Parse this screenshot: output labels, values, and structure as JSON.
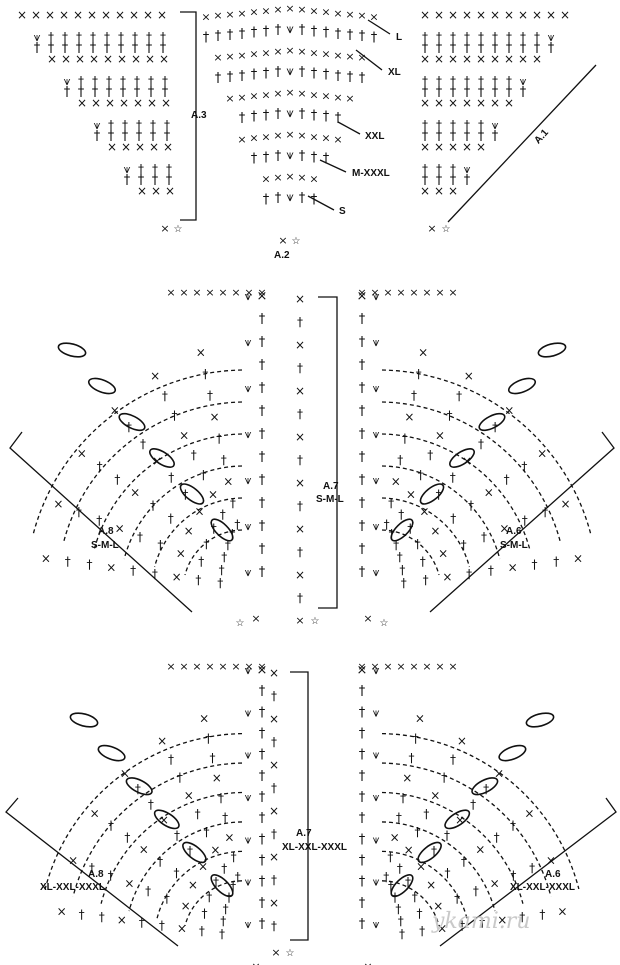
{
  "watermark": "ykami.ru",
  "top_row": {
    "a3": {
      "label": "A.3"
    },
    "a2": {
      "label": "A.2",
      "size_markers": [
        "L",
        "XL",
        "XXL",
        "M-XXXL",
        "S"
      ]
    },
    "a1": {
      "label": "A.1"
    }
  },
  "middle_row": {
    "a8": {
      "label": "A.8",
      "sizes": "S-M-L"
    },
    "a7": {
      "label": "A.7",
      "sizes": "S-M-L"
    },
    "a6": {
      "label": "A.6",
      "sizes": "S-M-L"
    }
  },
  "bottom_row": {
    "a8": {
      "label": "A.8",
      "sizes": "XL-XXL-XXXL"
    },
    "a7": {
      "label": "A.7",
      "sizes": "XL-XXL-XXXL"
    },
    "a6": {
      "label": "A.6",
      "sizes": "XL-XXL-XXXL"
    }
  },
  "symbols": {
    "chain": "×",
    "treble": "†",
    "fan": "⩛",
    "start": "☆",
    "chain_loop": "v"
  }
}
